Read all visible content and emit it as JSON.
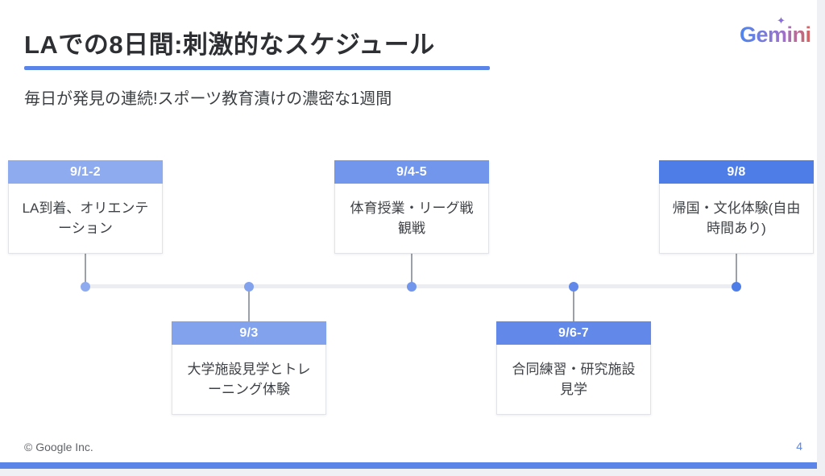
{
  "slide": {
    "title": "LAでの8日間:刺激的なスケジュール",
    "subtitle": "毎日が発見の連続!スポーツ教育漬けの濃密な1週間",
    "accent_color": "#5b84e8",
    "logo": {
      "text": "Gemini",
      "sparkle_icon": "✦",
      "gradient_colors": [
        "#4e86ee",
        "#9b72cb",
        "#d6645d"
      ]
    },
    "footer": {
      "copyright": "© Google Inc.",
      "page_number": "4"
    }
  },
  "timeline": {
    "events": [
      {
        "date": "9/1-2",
        "description": "LA到着、オリエンテーション",
        "position": "above",
        "header_color": "#8fabf0"
      },
      {
        "date": "9/3",
        "description": "大学施設見学とトレーニング体験",
        "position": "below",
        "header_color": "#82a2ee"
      },
      {
        "date": "9/4-5",
        "description": "体育授業・リーグ戦観戦",
        "position": "above",
        "header_color": "#7296ec"
      },
      {
        "date": "9/6-7",
        "description": "合同練習・研究施設見学",
        "position": "below",
        "header_color": "#6289ea"
      },
      {
        "date": "9/8",
        "description": "帰国・文化体験(自由時間あり)",
        "position": "above",
        "header_color": "#4f7de8"
      }
    ]
  }
}
